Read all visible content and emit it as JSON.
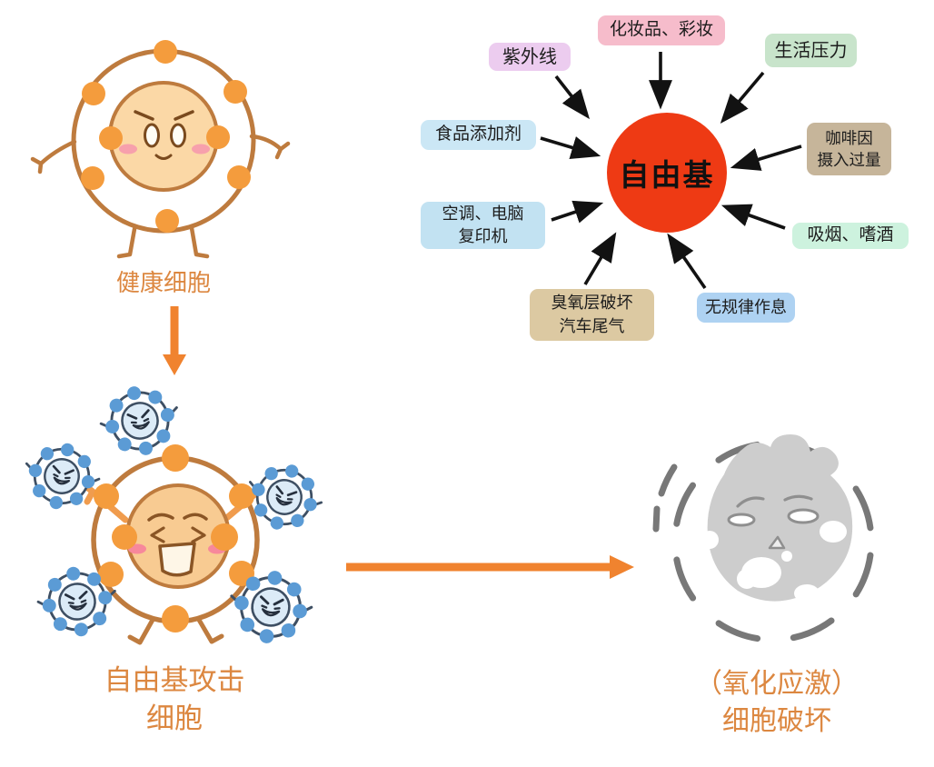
{
  "free_radical_diagram": {
    "center_label": "自由基",
    "center_color": "#EE3A14",
    "factors": [
      {
        "label": "化妆品、彩妆",
        "color": "#F6BCCB"
      },
      {
        "label": "紫外线",
        "color": "#ECCCEF"
      },
      {
        "label": "生活压力",
        "color": "#C8E4CB"
      },
      {
        "label": "食品添加剂",
        "color": "#CBE7F5"
      },
      {
        "label": "咖啡因\n摄入过量",
        "color": "#C6B59A"
      },
      {
        "label": "空调、电脑\n复印机",
        "color": "#C2E2F2"
      },
      {
        "label": "吸烟、嗜酒",
        "color": "#CDF2DE"
      },
      {
        "label": "臭氧层破坏\n汽车尾气",
        "color": "#DCC9A2"
      },
      {
        "label": "无规律作息",
        "color": "#AED2F2"
      }
    ]
  },
  "process": {
    "healthy_cell_label": "健康细胞",
    "attacked_cell_label": "自由基攻击\n细胞",
    "damaged_cell_label": "（氧化应激）\n细胞破坏",
    "label_color": "#DC8740",
    "arrow_color": "#F0832F"
  }
}
